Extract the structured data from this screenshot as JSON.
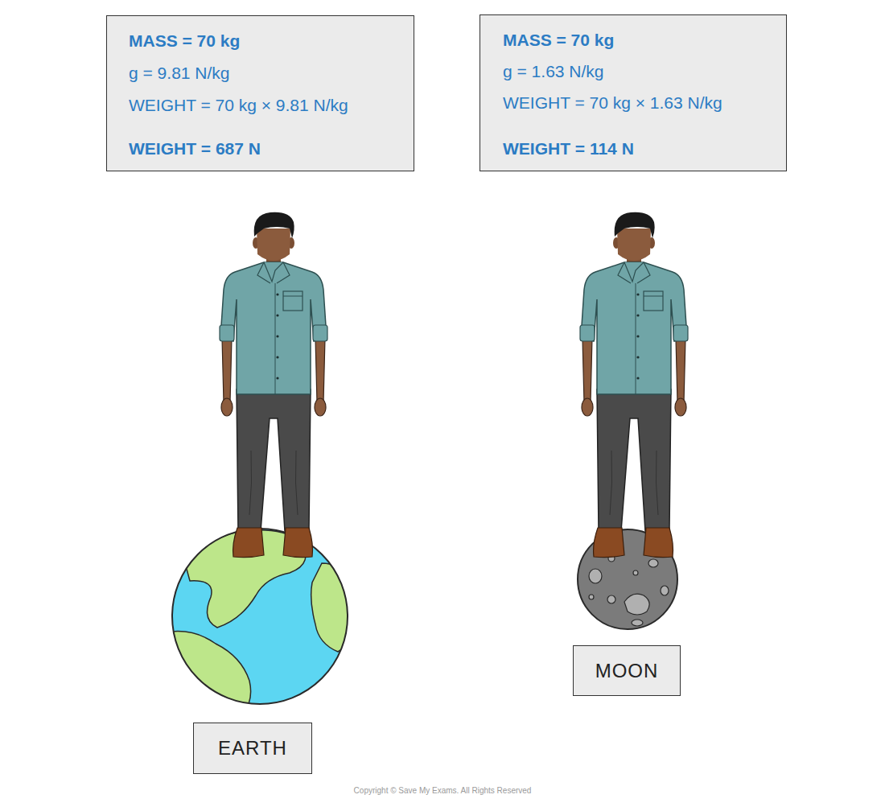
{
  "diagram": {
    "nodes": [
      {
        "text": [
          "MASS = 70 kg",
          "g = 9.81 N/kg",
          "WEIGHT = 70 kg × 9.81 N/kg",
          "WEIGHT = 687 N"
        ]
      },
      {
        "text": [
          "MASS = 70 kg",
          "g = 1.63 N/kg",
          "WEIGHT = 70 kg × 1.63 N/kg",
          "WEIGHT = 114 N"
        ]
      },
      {
        "text": [
          "EARTH"
        ]
      },
      {
        "text": [
          "MOON"
        ]
      }
    ],
    "labels": [
      "Copyright © Save My Exams. All Rights Reserved"
    ]
  }
}
